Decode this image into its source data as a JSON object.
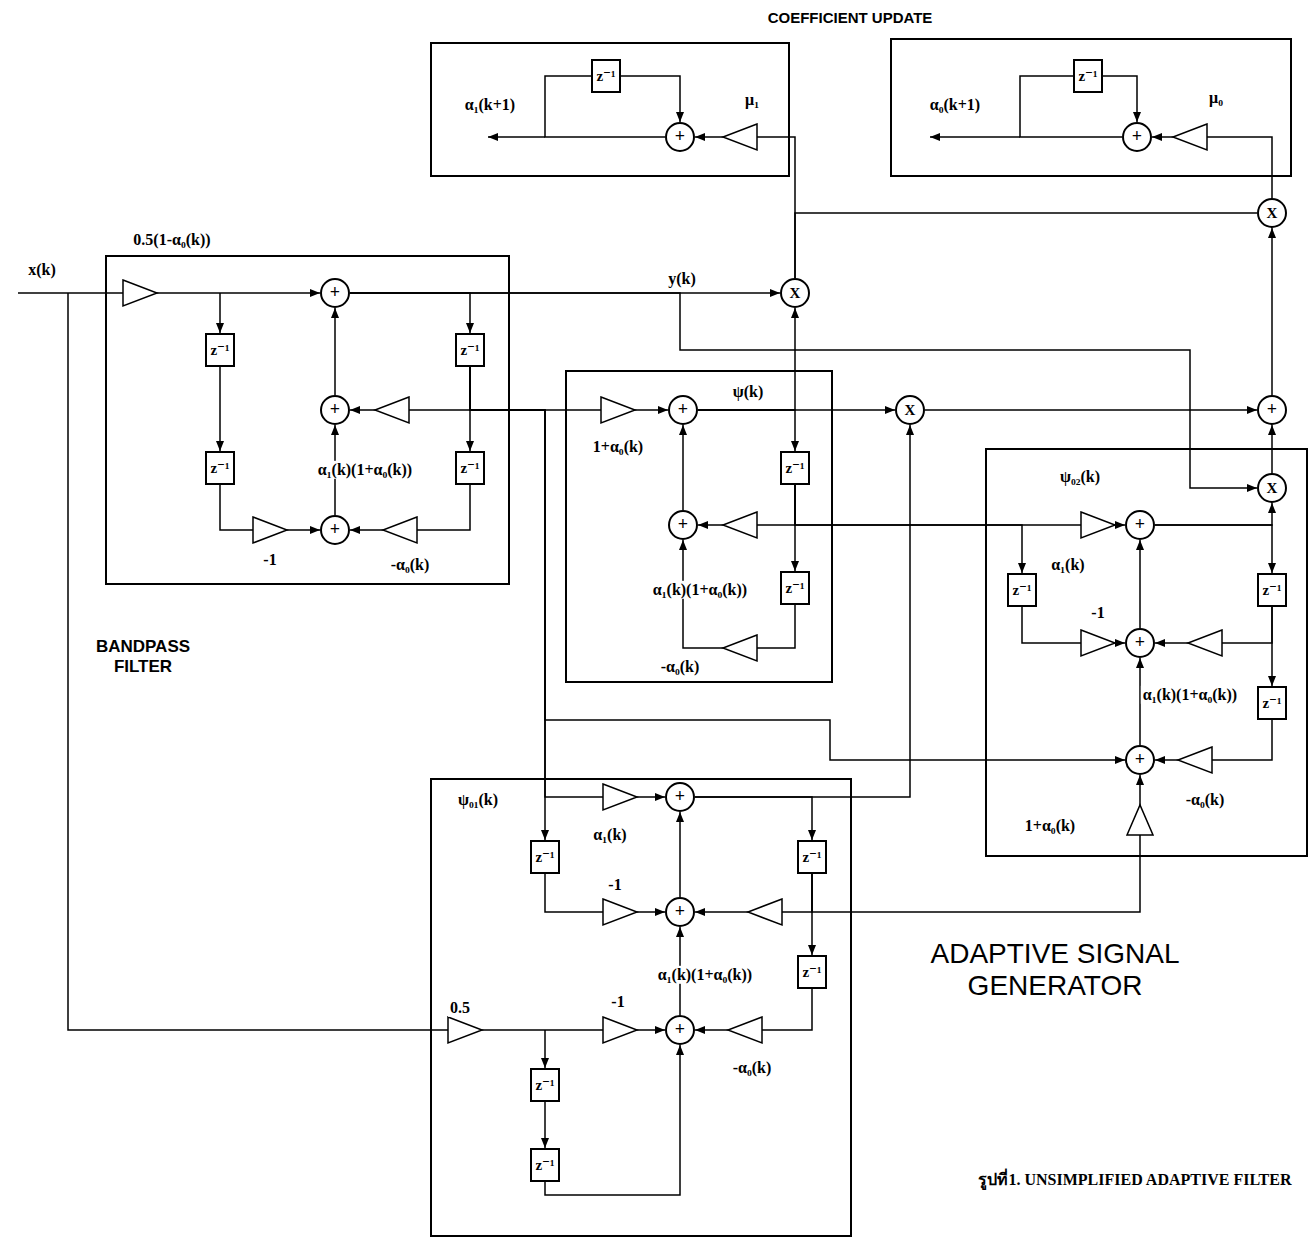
{
  "diagram": {
    "title": "COEFFICIENT UPDATE",
    "caption": "รูปที่1. UNSIMPLIFIED ADAPTIVE FILTER",
    "nodes": [
      {
        "text": [
          "α₁(k+1)",
          "μ₁"
        ]
      },
      {
        "text": [
          "z⁻¹"
        ],
        "in": 0
      },
      {
        "text": [
          "+"
        ],
        "in": 0
      },
      {
        "text": [
          "α₀(k+1)",
          "μ₀"
        ]
      },
      {
        "text": [
          "z⁻¹"
        ],
        "in": 3
      },
      {
        "text": [
          "+"
        ],
        "in": 3
      },
      {
        "text": [
          "0.5(1-α₀(k))",
          "α₁(k)(1+α₀(k))",
          "-1",
          "-α₀(k)",
          "BANDPASS FILTER"
        ]
      },
      {
        "text": [
          "z⁻¹"
        ],
        "in": 6
      },
      {
        "text": [
          "z⁻¹"
        ],
        "in": 6
      },
      {
        "text": [
          "+"
        ],
        "in": 6
      },
      {
        "text": [
          "+"
        ],
        "in": 6
      },
      {
        "text": [
          "+"
        ],
        "in": 6
      },
      {
        "text": [
          "z⁻¹"
        ],
        "in": 6
      },
      {
        "text": [
          "z⁻¹"
        ],
        "in": 6
      },
      {
        "text": [
          "X"
        ]
      },
      {
        "text": [
          "X"
        ]
      },
      {
        "text": [
          "ψ(k)",
          "1+α₀(k)",
          "α₁(k)(1+α₀(k))",
          "-α₀(k)"
        ]
      },
      {
        "text": [
          "+"
        ],
        "in": 16
      },
      {
        "text": [
          "z⁻¹"
        ],
        "in": 16
      },
      {
        "text": [
          "+"
        ],
        "in": 16
      },
      {
        "text": [
          "z⁻¹"
        ],
        "in": 16
      },
      {
        "text": [
          "X"
        ]
      },
      {
        "text": [
          "+"
        ]
      },
      {
        "text": [
          "X"
        ]
      },
      {
        "text": [
          "ψ₀₂(k)",
          "α₁(k)",
          "-1",
          "α₁(k)(1+α₀(k))",
          "-α₀(k)",
          "1+α₀(k)"
        ]
      },
      {
        "text": [
          "+"
        ],
        "in": 24
      },
      {
        "text": [
          "z⁻¹"
        ],
        "in": 24
      },
      {
        "text": [
          "z⁻¹"
        ],
        "in": 24
      },
      {
        "text": [
          "+"
        ],
        "in": 24
      },
      {
        "text": [
          "z⁻¹"
        ],
        "in": 24
      },
      {
        "text": [
          "+"
        ],
        "in": 24
      },
      {
        "text": [
          "ψ₀₁(k)",
          "α₁(k)",
          "-1",
          "α₁(k)(1+α₀(k))",
          "0.5",
          "-1",
          "-α₀(k)"
        ]
      },
      {
        "text": [
          "+"
        ],
        "in": 31
      },
      {
        "text": [
          "z⁻¹"
        ],
        "in": 31
      },
      {
        "text": [
          "z⁻¹"
        ],
        "in": 31
      },
      {
        "text": [
          "+"
        ],
        "in": 31
      },
      {
        "text": [
          "z⁻¹"
        ],
        "in": 31
      },
      {
        "text": [
          "+"
        ],
        "in": 31
      },
      {
        "text": [
          "z⁻¹"
        ],
        "in": 31
      },
      {
        "text": [
          "z⁻¹"
        ],
        "in": 31
      }
    ],
    "edges": [
      {
        "from": 2,
        "to": 1,
        "arrow": "none"
      },
      {
        "from": 1,
        "to": 2,
        "arrow": "to"
      },
      {
        "from": 5,
        "to": 4,
        "arrow": "none"
      },
      {
        "from": 4,
        "to": 5,
        "arrow": "to"
      },
      {
        "from": 7,
        "to": 8,
        "arrow": "to"
      },
      {
        "from": 8,
        "to": 11,
        "arrow": "to"
      },
      {
        "from": 11,
        "to": 10,
        "arrow": "to"
      },
      {
        "from": 10,
        "to": 9,
        "arrow": "to"
      },
      {
        "from": 9,
        "to": 12,
        "arrow": "to"
      },
      {
        "from": 12,
        "to": 13,
        "arrow": "to"
      },
      {
        "from": 12,
        "to": 10,
        "arrow": "to"
      },
      {
        "from": 13,
        "to": 11,
        "arrow": "to"
      },
      {
        "from": 9,
        "to": 14,
        "arrow": "to",
        "label": "y(k)"
      },
      {
        "from": 9,
        "to": 23,
        "arrow": "to"
      },
      {
        "from": 14,
        "to": 2,
        "arrow": "to"
      },
      {
        "from": 14,
        "to": 15,
        "arrow": "none"
      },
      {
        "from": 15,
        "to": 5,
        "arrow": "to"
      },
      {
        "from": 12,
        "to": 17,
        "arrow": "to"
      },
      {
        "from": 12,
        "to": 33,
        "arrow": "to"
      },
      {
        "from": 12,
        "to": 32,
        "arrow": "to"
      },
      {
        "from": 12,
        "to": 30,
        "arrow": "to"
      },
      {
        "from": 17,
        "to": 14,
        "arrow": "to"
      },
      {
        "from": 17,
        "to": 21,
        "arrow": "to"
      },
      {
        "from": 17,
        "to": 18,
        "arrow": "to"
      },
      {
        "from": 18,
        "to": 20,
        "arrow": "to"
      },
      {
        "from": 18,
        "to": 19,
        "arrow": "to"
      },
      {
        "from": 20,
        "to": 19,
        "arrow": "to"
      },
      {
        "from": 19,
        "to": 17,
        "arrow": "to"
      },
      {
        "from": 18,
        "to": 25,
        "arrow": "to"
      },
      {
        "from": 18,
        "to": 26,
        "arrow": "to"
      },
      {
        "from": 21,
        "to": 22,
        "arrow": "to"
      },
      {
        "from": 23,
        "to": 22,
        "arrow": "to"
      },
      {
        "from": 22,
        "to": 15,
        "arrow": "to"
      },
      {
        "from": 25,
        "to": 23,
        "arrow": "to"
      },
      {
        "from": 25,
        "to": 27,
        "arrow": "to"
      },
      {
        "from": 27,
        "to": 29,
        "arrow": "to"
      },
      {
        "from": 27,
        "to": 28,
        "arrow": "to"
      },
      {
        "from": 29,
        "to": 30,
        "arrow": "to"
      },
      {
        "from": 26,
        "to": 28,
        "arrow": "to"
      },
      {
        "from": 30,
        "to": 28,
        "arrow": "to"
      },
      {
        "from": 28,
        "to": 25,
        "arrow": "to"
      },
      {
        "from": 32,
        "to": 21,
        "arrow": "to"
      },
      {
        "from": 32,
        "to": 34,
        "arrow": "to"
      },
      {
        "from": 34,
        "to": 36,
        "arrow": "to"
      },
      {
        "from": 34,
        "to": 35,
        "arrow": "to"
      },
      {
        "from": 34,
        "to": 30,
        "arrow": "to"
      },
      {
        "from": 33,
        "to": 35,
        "arrow": "to"
      },
      {
        "from": 36,
        "to": 37,
        "arrow": "to"
      },
      {
        "from": 37,
        "to": 35,
        "arrow": "to"
      },
      {
        "from": 35,
        "to": 32,
        "arrow": "to"
      },
      {
        "from": 38,
        "to": 39,
        "arrow": "to"
      },
      {
        "from": 39,
        "to": 37,
        "arrow": "to"
      }
    ],
    "labels": [
      "x(k)",
      "ADAPTIVE SIGNAL GENERATOR"
    ]
  }
}
